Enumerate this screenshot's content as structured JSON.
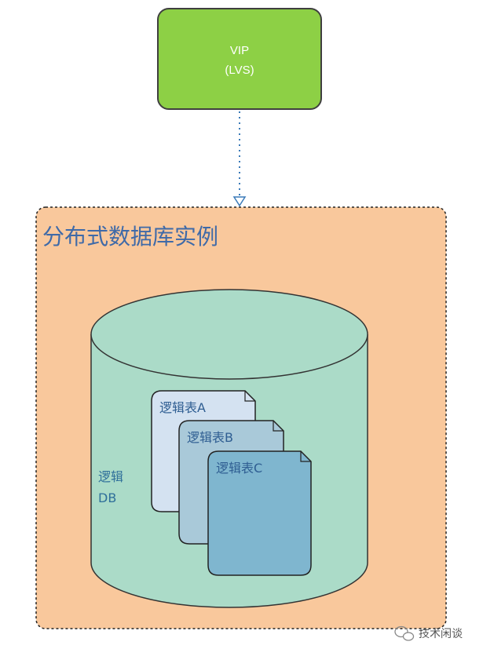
{
  "vip": {
    "line1": "VIP",
    "line2": "(LVS)"
  },
  "instance": {
    "title": "分布式数据库实例"
  },
  "logical_db": {
    "line1": "逻辑",
    "line2": "DB"
  },
  "tables": [
    {
      "label": "逻辑表A"
    },
    {
      "label": "逻辑表B"
    },
    {
      "label": "逻辑表C"
    }
  ],
  "watermark": {
    "text": "技术闲谈"
  },
  "colors": {
    "vip_fill": "#8dd045",
    "vip_stroke": "#3f3f3f",
    "instance_fill": "#f9c89c",
    "cylinder_fill": "#abdbc8",
    "table_a_fill": "#d4e2f1",
    "table_b_fill": "#a9c9d9",
    "table_c_fill": "#7fb6cf",
    "connector": "#3a7ab8"
  }
}
